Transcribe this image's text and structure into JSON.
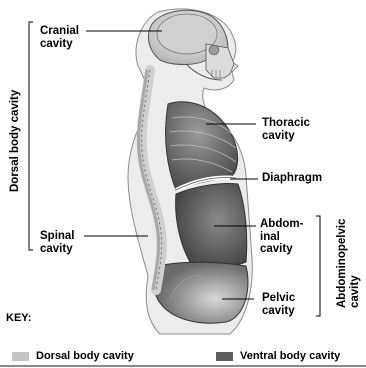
{
  "labels": {
    "cranial": "Cranial\ncavity",
    "spinal": "Spinal\ncavity",
    "thoracic": "Thoracic\ncavity",
    "diaphragm": "Diaphragm",
    "abdominal": "Abdom-\ninal\ncavity",
    "pelvic": "Pelvic\ncavity",
    "dorsal_side": "Dorsal body cavity",
    "abdominopelvic_side": "Abdominopelvic\ncavity"
  },
  "key": {
    "title": "KEY:",
    "items": [
      {
        "label": "Dorsal body cavity",
        "color": "#c4c4c4"
      },
      {
        "label": "Ventral body cavity",
        "color": "#5e5e5e"
      }
    ]
  },
  "colors": {
    "dorsal": "#c4c4c4",
    "ventral": "#5e5e5e",
    "body": "#e8e8e8",
    "outline": "#8a8a8a"
  }
}
